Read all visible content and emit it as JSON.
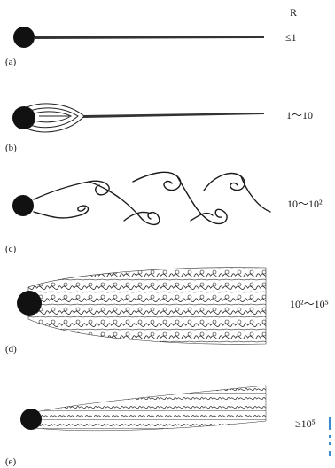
{
  "header": {
    "r_label": "R"
  },
  "panels": [
    {
      "letter": "(a)",
      "range": "≤1"
    },
    {
      "letter": "(b)",
      "range": "1～10"
    },
    {
      "letter": "(c)",
      "range": "10～10²"
    },
    {
      "letter": "(d)",
      "range": "10²～10⁵"
    },
    {
      "letter": "(e)",
      "range": "≥10⁵"
    }
  ]
}
